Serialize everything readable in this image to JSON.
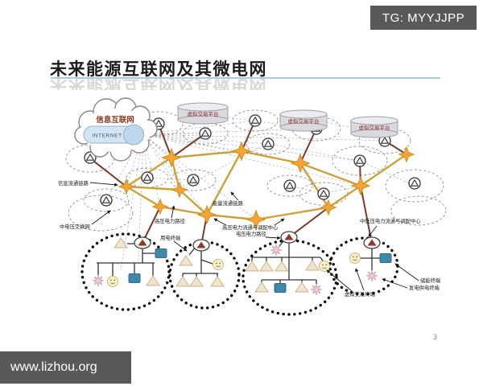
{
  "banners": {
    "top": "TG: MYYJJPP",
    "bottom": "www.lizhou.org"
  },
  "slide": {
    "title": "未来能源互联网及其微电网",
    "page_number": "3"
  },
  "diagram": {
    "internet_cloud": {
      "label": "信息互联网",
      "capsule": "INTERNET"
    },
    "platforms": [
      {
        "label": "虚拟交易平台"
      },
      {
        "label": "虚拟交易平台"
      },
      {
        "label": "虚拟交易平台"
      }
    ],
    "labels": {
      "info_link": "信息流通链路",
      "mv_exchange_net": "中电压交换网",
      "energy_link": "能量流通链路",
      "hv_power_path": "高压电力路径",
      "consumer_terminal": "用电终端",
      "hv_center_line1": "高压电力流通与调配中心",
      "hv_center_line2": "电压电力路径",
      "mlv_center": "中低压电力流通与调配中心",
      "storage_terminal": "储能终端",
      "gen_supply_terminal": "发电供电终端",
      "virtual_trade_terminal": "虚拟交易终端"
    },
    "icons": {
      "network_router": "triangle-in-circle",
      "power_router": "four-point-star",
      "transformer": "triangle-in-ellipse",
      "storage": "blue-rounded-box",
      "load": "beige-cone",
      "generator": "pink-burst",
      "consumer": "smiley-face"
    },
    "colors": {
      "banner_bg": "#58595b",
      "title_underline": "#a9cdd3",
      "node_orange": "#f2a434",
      "energy_link_gold": "#c9a23a",
      "energy_link_maroon": "#7a3a2c",
      "info_link_gray": "#9aa3aa",
      "storage_blue": "#3e88a8",
      "burst_pink": "#edccd8",
      "smiley_yellow": "#f8f1cb",
      "cone_beige": "#f0e4cc",
      "cylinder_label_red": "#8a2f2f"
    }
  }
}
